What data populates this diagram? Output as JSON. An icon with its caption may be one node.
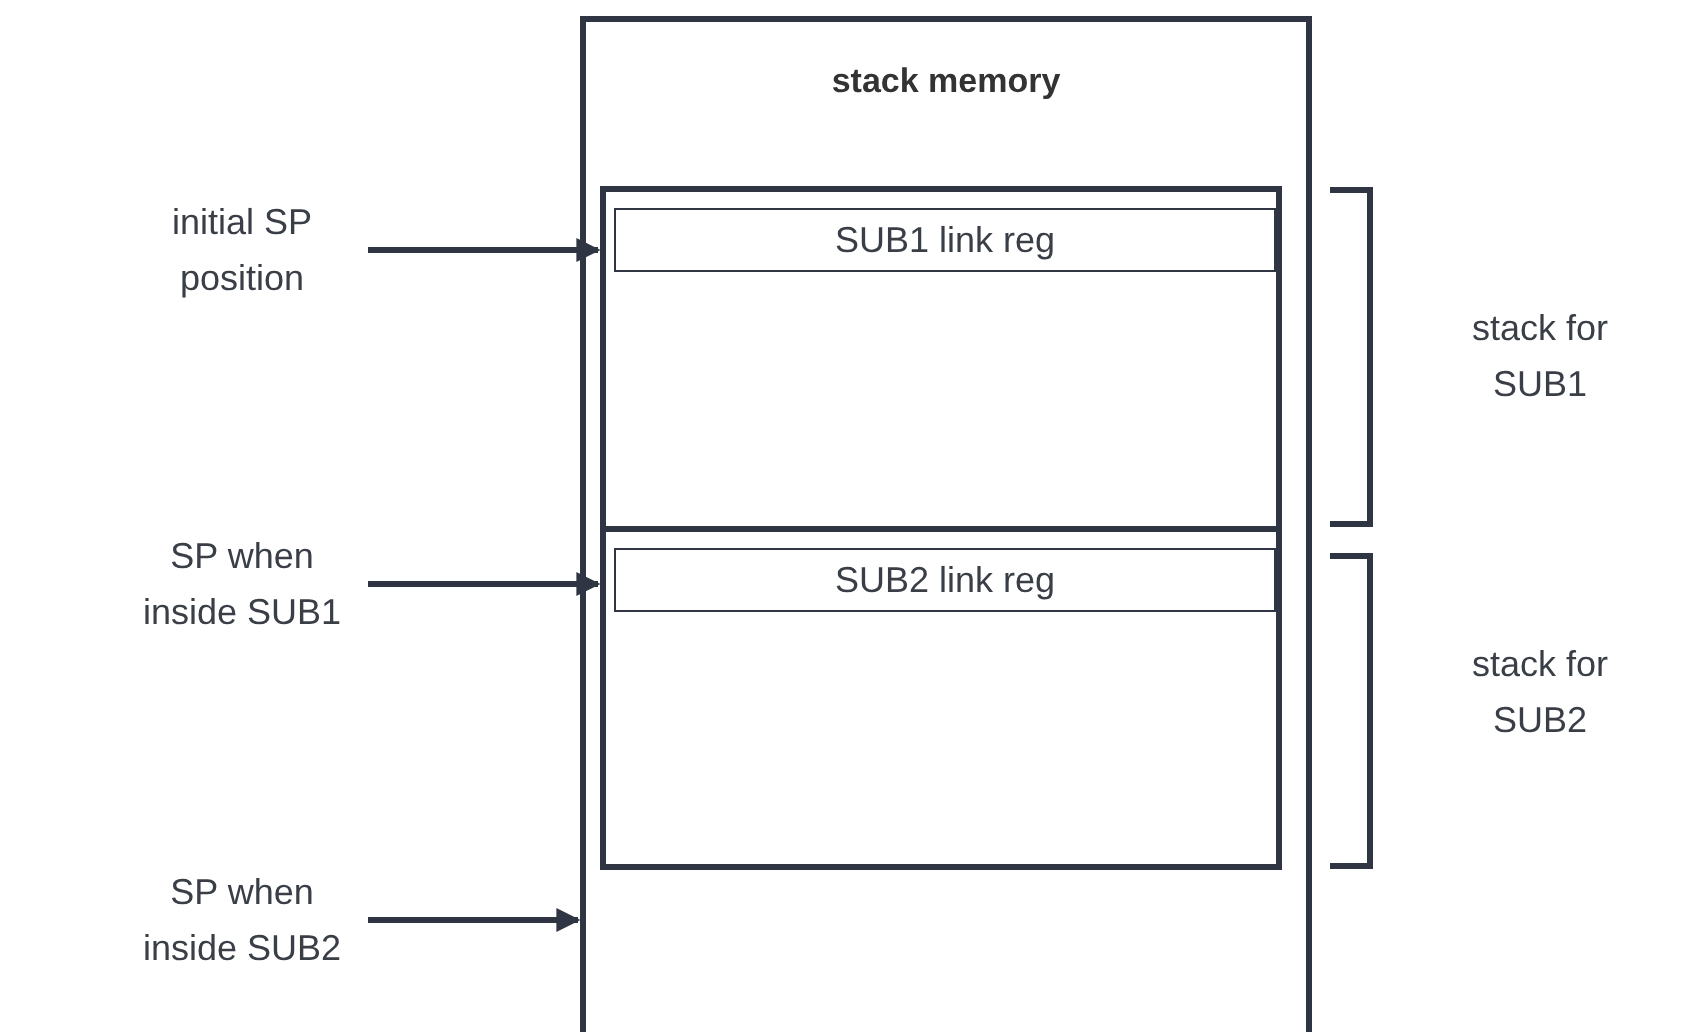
{
  "diagram": {
    "nodes": [
      {
        "text": [
          "stack memory"
        ]
      },
      {
        "text": [],
        "shape": "box",
        "in": 0
      },
      {
        "text": [
          "SUB1 link reg"
        ],
        "in": 1
      },
      {
        "text": [],
        "shape": "box",
        "in": 0
      },
      {
        "text": [
          "SUB2 link reg"
        ],
        "in": 3
      },
      {
        "text": [
          "initial SP position"
        ]
      },
      {
        "text": [
          "SP when inside SUB1"
        ]
      },
      {
        "text": [
          "SP when inside SUB2"
        ]
      }
    ],
    "labels": [
      "stack for SUB1",
      "stack for SUB2"
    ],
    "edges": [
      {
        "from": 5,
        "to": 1,
        "arrow": "to"
      },
      {
        "from": 6,
        "to": 3,
        "arrow": "to"
      },
      {
        "from": 7,
        "to": 0,
        "arrow": "to"
      }
    ]
  }
}
